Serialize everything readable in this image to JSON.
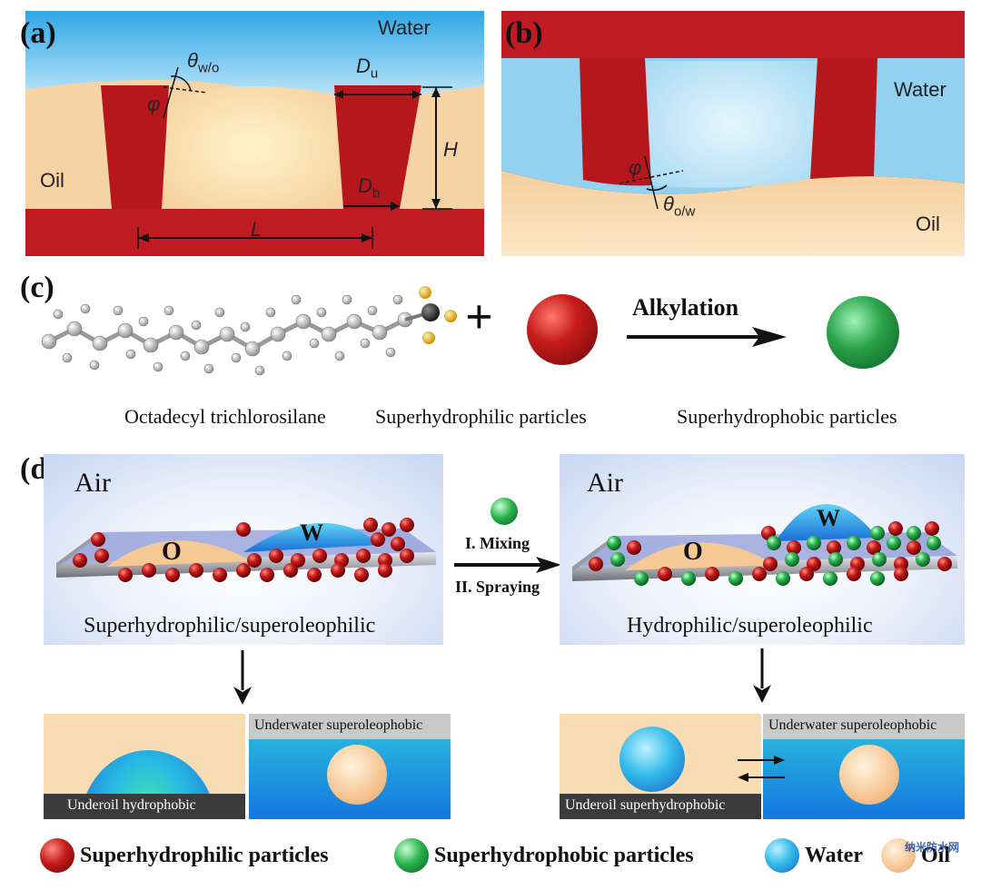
{
  "panel_a": {
    "label": "(a)",
    "water": "Water",
    "oil": "Oil",
    "theta_main": "θ",
    "theta_sub": "w/o",
    "phi": "φ",
    "du_main": "D",
    "du_sub": "u",
    "db_main": "D",
    "db_sub": "b",
    "h": "H",
    "l": "L"
  },
  "panel_b": {
    "label": "(b)",
    "water": "Water",
    "oil": "Oil",
    "phi": "φ",
    "theta_main": "θ",
    "theta_sub": "o/w"
  },
  "panel_c": {
    "label": "(c)",
    "plus": "+",
    "arrow_label": "Alkylation",
    "captions": [
      "Octadecyl trichlorosilane",
      "Superhydrophilic particles",
      "Superhydrophobic particles"
    ]
  },
  "panel_d": {
    "label": "(d)",
    "left_air": "Air",
    "right_air": "Air",
    "oil_drop": "O",
    "water_drop": "W",
    "step1": "I. Mixing",
    "step2": "II. Spraying",
    "left_caption": "Superhydrophilic/superoleophilic",
    "right_caption": "Hydrophilic/superoleophilic",
    "box1": "Underoil hydrophobic",
    "box2": "Underwater  superoleophobic",
    "box3": "Underoil superhydrophobic",
    "box4": "Underwater  superoleophobic"
  },
  "legend": {
    "item1": "Superhydrophilic particles",
    "item2": "Superhydrophobic particles",
    "item3": "Water",
    "item4": "Oil",
    "watermark": "纳米防水网"
  },
  "colors": {
    "red": "#b5171c",
    "oil": "#f6d6a8",
    "water": "#6ec0ea",
    "green": "#2aa34a"
  }
}
